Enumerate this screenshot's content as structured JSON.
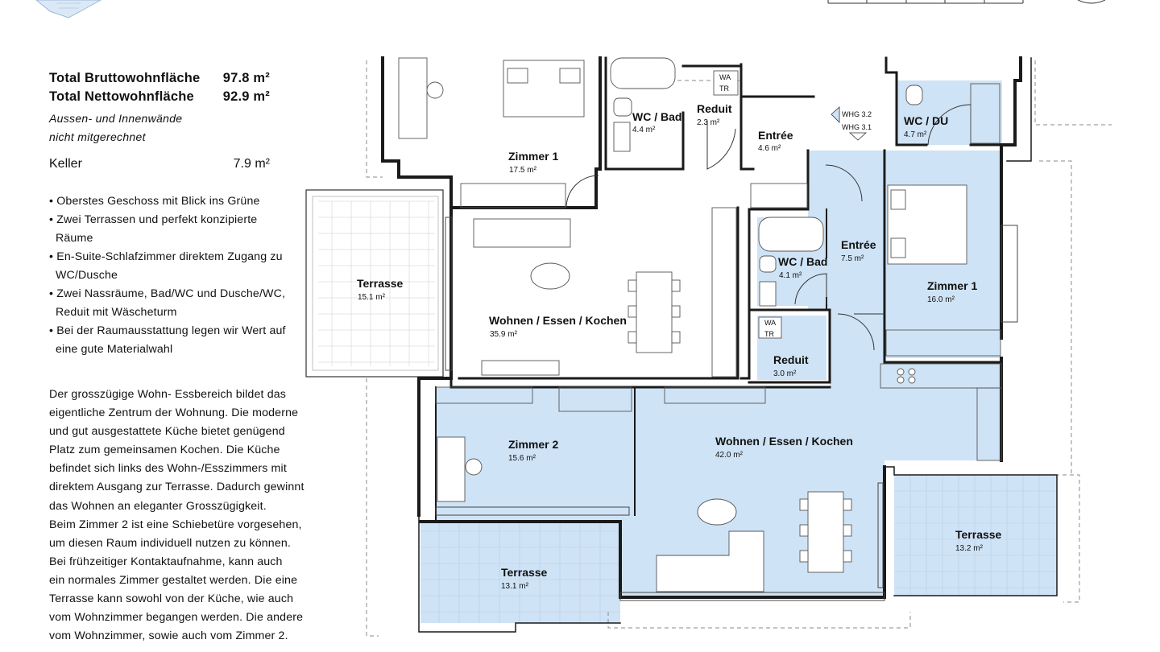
{
  "header": {
    "logo_icon": "building-logo-icon"
  },
  "summary": {
    "brutto_label": "Total Bruttowohnfläche",
    "brutto_value": "97.8 m²",
    "netto_label": "Total Nettowohnfläche",
    "netto_value": "92.9 m²",
    "note_line1": "Aussen- und Innenwände",
    "note_line2": "nicht mitgerechnet",
    "keller_label": "Keller",
    "keller_value": "7.9 m²"
  },
  "features": [
    "Oberstes Geschoss mit Blick ins Grüne",
    "Zwei Terrassen und perfekt konzipierte Räume",
    "En-Suite-Schlafzimmer direktem Zugang zu WC/Dusche",
    "Zwei Nassräume, Bad/WC und Dusche/WC, Reduit mit Wäscheturm",
    "Bei der Raumausstattung legen wir Wert auf eine gute Materialwahl"
  ],
  "description": [
    "Der grosszügige Wohn- Essbereich bildet das",
    "eigentliche Zentrum der Wohnung. Die moderne",
    "und gut ausgestattete Küche bietet genügend",
    "Platz zum gemeinsamen Kochen. Die Küche",
    "befindet sich links des Wohn-/Esszimmers mit",
    "direktem Ausgang zur Terrasse. Dadurch gewinnt",
    "das Wohnen an eleganter Grosszügigkeit.",
    "Beim Zimmer 2 ist eine Schiebetüre vorgesehen,",
    "um diesen Raum individuell nutzen zu können.",
    "Bei frühzeitiger Kontaktaufnahme, kann auch",
    "ein normales Zimmer gestaltet werden. Die eine",
    "Terrasse kann sowohl von der Küche, wie auch",
    "vom Wohnzimmer begangen werden. Die andere",
    "vom Wohnzimmer, sowie auch vom Zimmer 2."
  ],
  "floorplan": {
    "highlight_color": "#cfe3f6",
    "wall_color": "#1a1a1a",
    "markers": {
      "whg_a": "WHG 3.2",
      "whg_b": "WHG 3.1",
      "wa": "WA",
      "tr": "TR"
    },
    "rooms": {
      "z1_left": {
        "name": "Zimmer 1",
        "area": "17.5 m²"
      },
      "wcbad_top": {
        "name": "WC / Bad",
        "area": "4.4 m²"
      },
      "reduit_top": {
        "name": "Reduit",
        "area": "2.3 m²"
      },
      "entree_top": {
        "name": "Entrée",
        "area": "4.6 m²"
      },
      "wcdu": {
        "name": "WC / DU",
        "area": "4.7 m²"
      },
      "terr_left": {
        "name": "Terrasse",
        "area": "15.1 m²"
      },
      "wek_left": {
        "name": "Wohnen / Essen / Kochen",
        "area": "35.9 m²"
      },
      "entree_right": {
        "name": "Entrée",
        "area": "7.5 m²"
      },
      "wcbad_mid": {
        "name": "WC / Bad",
        "area": "4.1 m²"
      },
      "z1_right": {
        "name": "Zimmer 1",
        "area": "16.0 m²"
      },
      "reduit_mid": {
        "name": "Reduit",
        "area": "3.0 m²"
      },
      "z2": {
        "name": "Zimmer 2",
        "area": "15.6 m²"
      },
      "wek_right": {
        "name": "Wohnen / Essen / Kochen",
        "area": "42.0 m²"
      },
      "terr_bottom": {
        "name": "Terrasse",
        "area": "13.1 m²"
      },
      "terr_right": {
        "name": "Terrasse",
        "area": "13.2 m²"
      }
    }
  }
}
